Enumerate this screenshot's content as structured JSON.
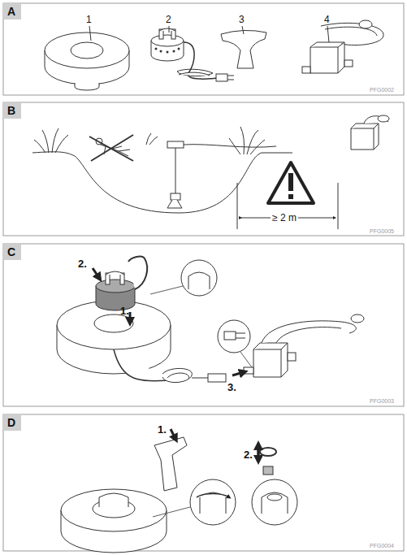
{
  "diagram": {
    "labels": [
      "A",
      "1",
      "2",
      "3",
      "4",
      "PFG0002",
      "B",
      "≥ 2 m",
      "PFG0005",
      "C",
      "2.",
      "1.",
      "3.",
      "PFG0003",
      "D",
      "1.",
      "2.",
      "PFG0004"
    ]
  }
}
